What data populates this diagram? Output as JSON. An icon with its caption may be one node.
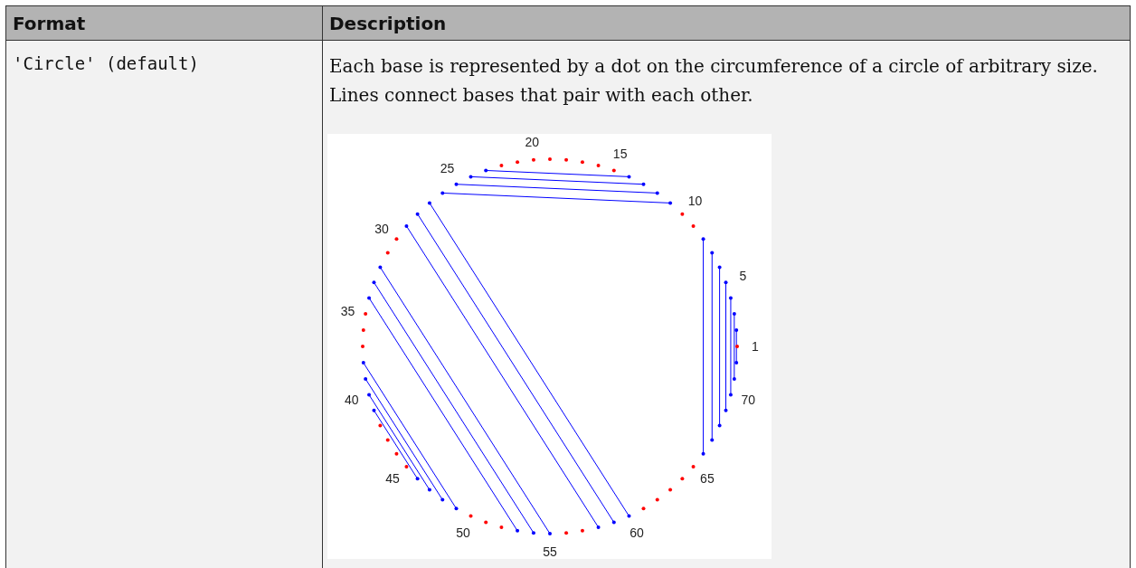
{
  "diagram": {
    "labels": [
      "Format",
      "Description",
      "'Circle' (default)",
      "Each base is represented by a dot on the circumference of a circle of arbitrary size. Lines connect bases that pair with each other.",
      "20",
      "15",
      "25",
      "10",
      "30",
      "5",
      "35",
      "1",
      "40",
      "70",
      "45",
      "65",
      "50",
      "60",
      "55"
    ]
  }
}
